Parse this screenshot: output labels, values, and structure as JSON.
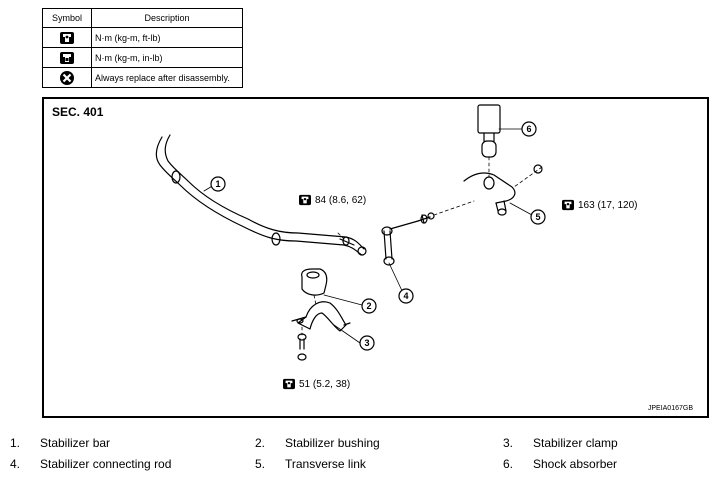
{
  "legend": {
    "header_symbol": "Symbol",
    "header_description": "Description",
    "rows": [
      {
        "icon": "torque-wrench-icon",
        "description": "N·m (kg-m, ft-lb)"
      },
      {
        "icon": "torque-wrench-small-icon",
        "description": "N·m (kg-m, in-lb)"
      },
      {
        "icon": "always-replace-icon",
        "description": "Always replace after disassembly."
      }
    ]
  },
  "diagram": {
    "section": "SEC. 401",
    "figure_id": "JPEIA0167GB",
    "callouts": [
      "1",
      "2",
      "3",
      "4",
      "5",
      "6"
    ],
    "torques": {
      "rod_nut": "84 (8.6, 62)",
      "link_nut": "163 (17, 120)",
      "clamp_bolt": "51 (5.2, 38)"
    }
  },
  "parts": [
    {
      "num": "1.",
      "name": "Stabilizer bar"
    },
    {
      "num": "2.",
      "name": "Stabilizer bushing"
    },
    {
      "num": "3.",
      "name": "Stabilizer clamp"
    },
    {
      "num": "4.",
      "name": "Stabilizer connecting rod"
    },
    {
      "num": "5.",
      "name": "Transverse link"
    },
    {
      "num": "6.",
      "name": "Shock absorber"
    }
  ]
}
